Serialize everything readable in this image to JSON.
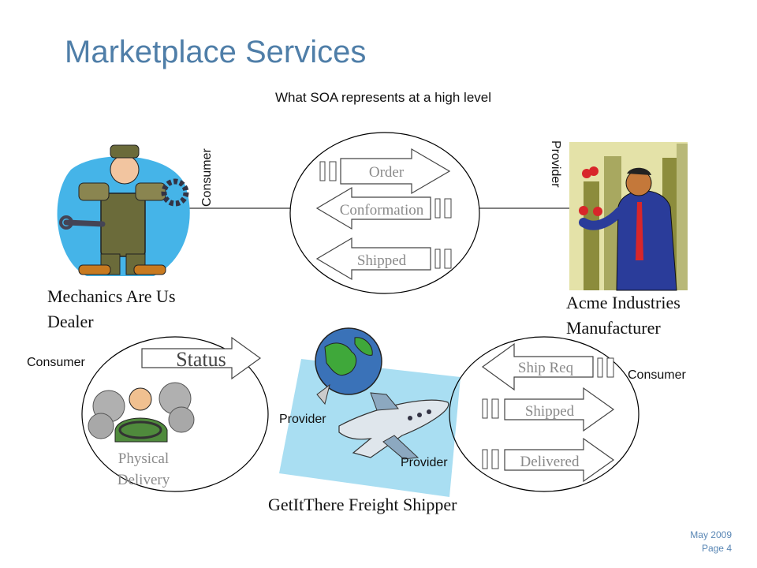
{
  "title": "Marketplace Services",
  "subtitle": "What SOA represents at a high level",
  "labels": {
    "consumer_top": "Consumer",
    "provider_top": "Provider",
    "consumer_left": "Consumer",
    "consumer_right": "Consumer",
    "provider_plane_1": "Provider",
    "provider_plane_2": "Provider"
  },
  "parties": {
    "dealer_line1": "Mechanics Are Us",
    "dealer_line2": "Dealer",
    "manufacturer_line1": "Acme Industries",
    "manufacturer_line2": "Manufacturer",
    "shipper": "GetItThere Freight Shipper",
    "delivery_line1": "Physical",
    "delivery_line2": "Delivery"
  },
  "messages": {
    "order": "Order",
    "conformation": "Conformation",
    "shipped_top": "Shipped",
    "status": "Status",
    "ship_req": "Ship Req",
    "shipped_right": "Shipped",
    "delivered": "Delivered"
  },
  "footer": {
    "date": "May 2009",
    "page": "Page 4"
  },
  "icons": {
    "mechanic": "mechanic-clipart-icon",
    "businessman": "businessman-clipart-icon",
    "globe": "globe-icon",
    "airplane": "airplane-icon",
    "driver": "delivery-driver-icon"
  },
  "colors": {
    "title": "#4f7ea8",
    "footer": "#5a87b5",
    "arrow_text": "#8a8a8a",
    "plane_backdrop": "#a9def2"
  }
}
